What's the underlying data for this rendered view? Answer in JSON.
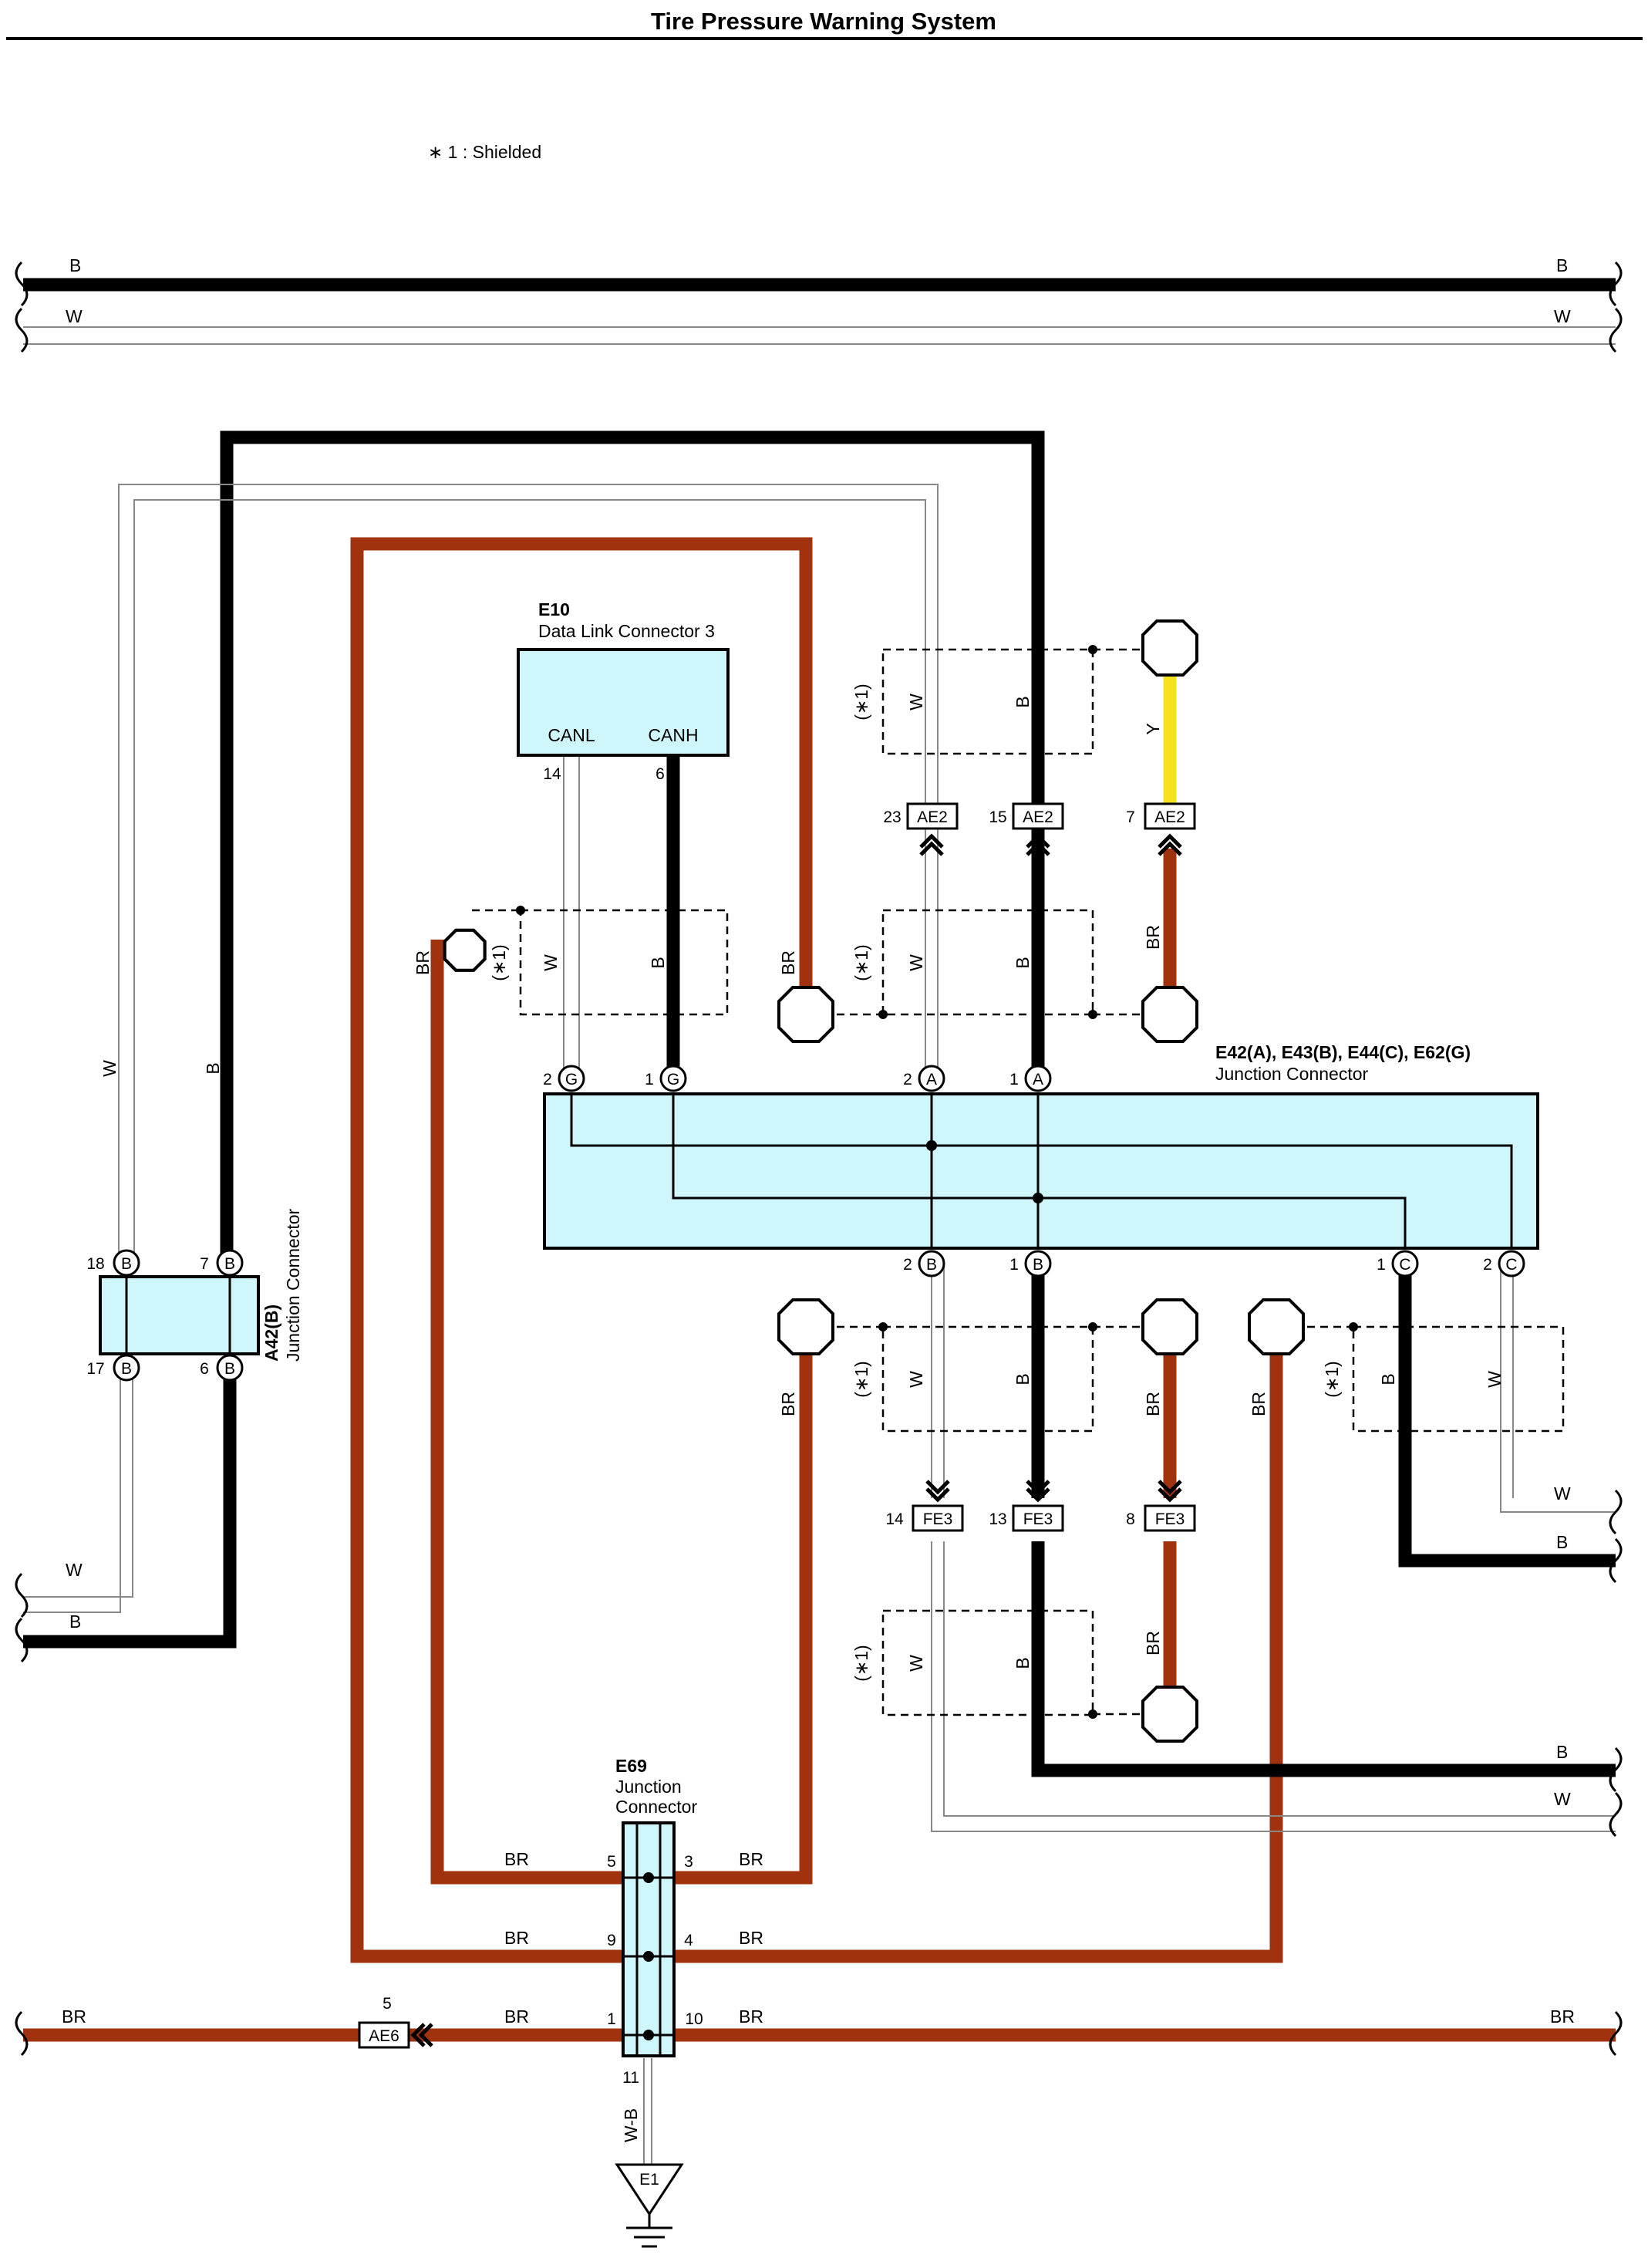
{
  "title": "Tire Pressure Warning System",
  "note": "∗ 1 : Shielded",
  "colors": {
    "B": "#000000",
    "W": "#888888",
    "BR": "#a0330e",
    "Y": "#f4e21a",
    "connector_fill": "#cff7fb"
  },
  "wire_labels": {
    "B": "B",
    "W": "W",
    "BR": "BR",
    "Y": "Y",
    "WB": "W-B",
    "shield": "(∗1)"
  },
  "e10": {
    "id": "E10",
    "name": "Data Link Connector 3",
    "pin_canl": "CANL",
    "pin_canh": "CANH",
    "pin14": "14",
    "pin6": "6"
  },
  "main_jc": {
    "ids": "E42(A), E43(B), E44(C), E62(G)",
    "name": "Junction Connector",
    "top_pins": [
      {
        "num": "2",
        "letter": "G"
      },
      {
        "num": "1",
        "letter": "G"
      },
      {
        "num": "2",
        "letter": "A"
      },
      {
        "num": "1",
        "letter": "A"
      }
    ],
    "bottom_pins": [
      {
        "num": "2",
        "letter": "B"
      },
      {
        "num": "1",
        "letter": "B"
      },
      {
        "num": "1",
        "letter": "C"
      },
      {
        "num": "2",
        "letter": "C"
      }
    ]
  },
  "a42": {
    "id": "A42(B)",
    "name": "Junction Connector",
    "pins": [
      {
        "num": "18",
        "letter": "B"
      },
      {
        "num": "7",
        "letter": "B"
      },
      {
        "num": "17",
        "letter": "B"
      },
      {
        "num": "6",
        "letter": "B"
      }
    ]
  },
  "e69": {
    "id": "E69",
    "name_line1": "Junction",
    "name_line2": "Connector",
    "pins": [
      "5",
      "3",
      "9",
      "4",
      "1",
      "10",
      "11"
    ]
  },
  "ae2": [
    {
      "num": "23",
      "code": "AE2"
    },
    {
      "num": "15",
      "code": "AE2"
    },
    {
      "num": "7",
      "code": "AE2"
    }
  ],
  "fe3": [
    {
      "num": "14",
      "code": "FE3"
    },
    {
      "num": "13",
      "code": "FE3"
    },
    {
      "num": "8",
      "code": "FE3"
    }
  ],
  "ae6": {
    "num": "5",
    "code": "AE6"
  },
  "ground": {
    "code": "E1"
  }
}
